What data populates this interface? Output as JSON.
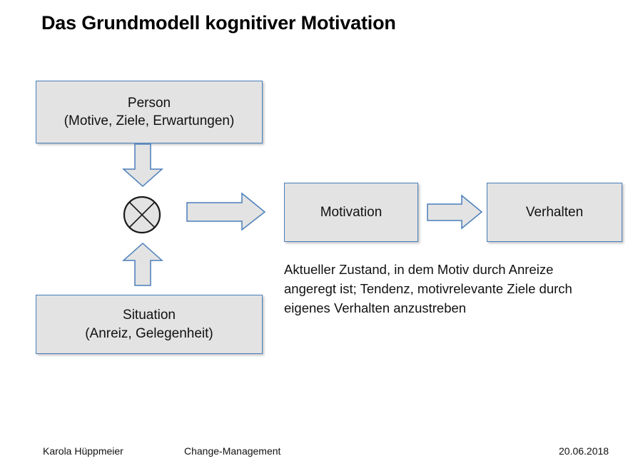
{
  "slide": {
    "title": "Das Grundmodell kognitiver Motivation",
    "background_color": "#ffffff",
    "shape_fill_color": "#e3e3e3",
    "shape_border_color": "#4a7ebb",
    "text_color": "#111111"
  },
  "boxes": {
    "person": {
      "line1": "Person",
      "line2": "(Motive, Ziele, Erwartungen)"
    },
    "situation": {
      "line1": "Situation",
      "line2": "(Anreiz, Gelegenheit)"
    },
    "motivation": {
      "label": "Motivation"
    },
    "verhalten": {
      "label": "Verhalten"
    }
  },
  "operator": {
    "symbol_name": "circle-multiply-operator"
  },
  "arrows": {
    "person_to_operator": "arrow-down-icon",
    "situation_to_operator": "arrow-up-icon",
    "operator_to_motivation": "arrow-right-icon",
    "motivation_to_verhalten": "arrow-right-icon"
  },
  "description": {
    "text": "Aktueller Zustand, in dem Motiv durch Anreize angeregt ist; Tendenz, motivrelevante Ziele durch eigenes Verhalten anzustreben"
  },
  "footer": {
    "author": "Karola Hüppmeier",
    "course": "Change-Management",
    "date": "20.06.2018"
  }
}
